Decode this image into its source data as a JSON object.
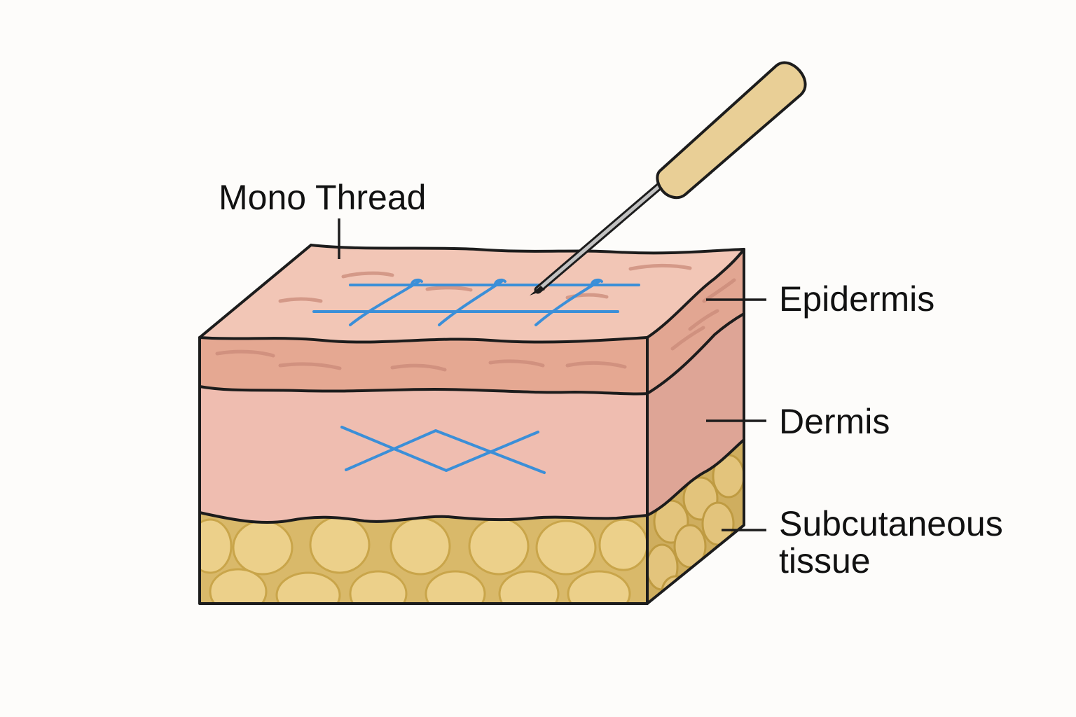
{
  "labels": {
    "mono_thread": "Mono Thread",
    "epidermis": "Epidermis",
    "dermis": "Dermis",
    "subcutaneous_line1": "Subcutaneous",
    "subcutaneous_line2": "tissue"
  },
  "colors": {
    "background": "#fdfcfa",
    "epidermis_top": "#f2c6b6",
    "epidermis_front": "#e5a892",
    "dermis": "#efbdb0",
    "dermis_side": "#dea596",
    "fat": "#d9b96a",
    "fat_cell": "#ecd08a",
    "thread": "#3b8fd8",
    "needle_handle": "#e9cf96"
  },
  "icons": [
    "needle-icon"
  ]
}
